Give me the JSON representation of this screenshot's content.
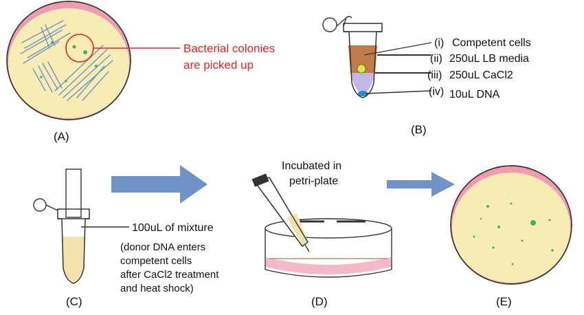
{
  "colors": {
    "agar": "#f7edb4",
    "rim": "#f29ab0",
    "streak": "#6f93c6",
    "colony": "#4aa86a",
    "callout": "#e0242a",
    "arrow": "#6f93c6",
    "lb_media": "#c27a48",
    "cacl2": "#c4b6e6",
    "dna": "#1f8fd0",
    "cells": "#d7e84a",
    "plate_agar": "#f5b8c8"
  },
  "panels": {
    "a": {
      "label": "(A)",
      "callout_line1": "Bacterial colonies",
      "callout_line2": "are picked up"
    },
    "b": {
      "label": "(B)",
      "layers": [
        {
          "marker": "(i)",
          "text": "Competent cells"
        },
        {
          "marker": "(ii)",
          "text": "250uL LB media"
        },
        {
          "marker": "(iii)",
          "text": "250uL CaCl2"
        },
        {
          "marker": "(iv)",
          "text": "10uL DNA"
        }
      ]
    },
    "c": {
      "label": "(C)",
      "mixture": "100uL of mixture",
      "note": [
        "(donor DNA enters",
        "competent cells",
        "after CaCl2 treatment",
        "and heat shock)"
      ]
    },
    "d": {
      "label": "(D)",
      "caption_line1": "Incubated in",
      "caption_line2": "petri-plate"
    },
    "e": {
      "label": "(E)"
    }
  }
}
